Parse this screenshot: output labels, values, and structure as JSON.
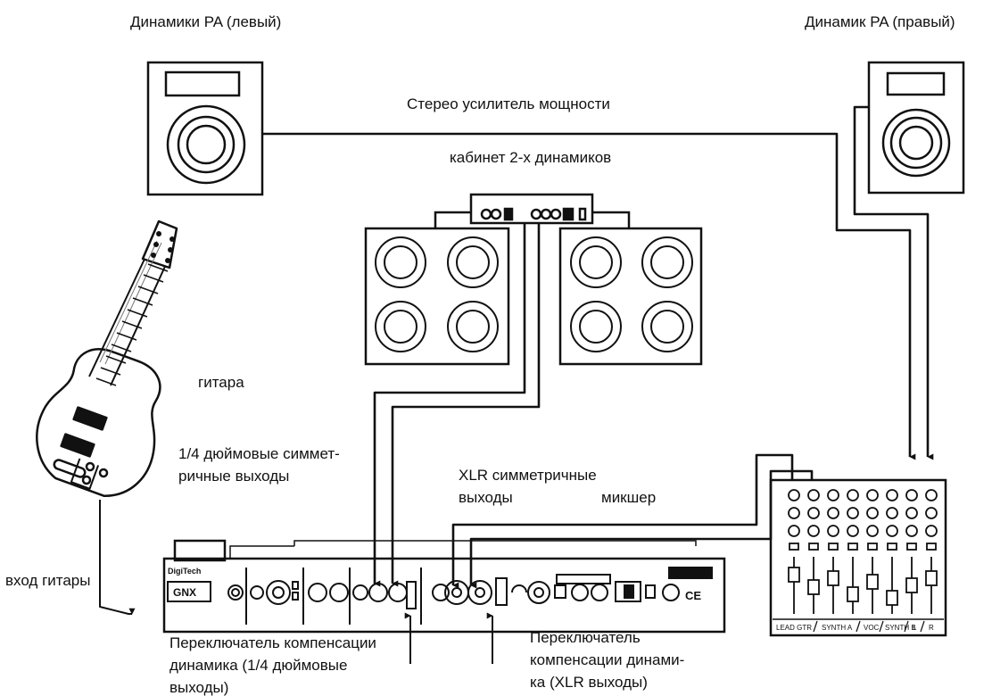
{
  "labels": {
    "speaker_left": "Динамики PA (левый)",
    "speaker_right": "Динамик PA (правый)",
    "power_amp": "Стерео усилитель мощности",
    "cabinet": "кабинет 2-х динамиков",
    "guitar": "гитара",
    "quarter_outputs": [
      "1/4 дюймовые симмет-",
      "ричные выходы"
    ],
    "xlr_outputs": [
      "XLR  симметричные",
      "выходы"
    ],
    "mixer": "микшер",
    "guitar_input": "вход гитары",
    "comp_switch_quarter": [
      "Переключатель компенсации",
      "динамика (1/4 дюймовые",
      "выходы)"
    ],
    "comp_switch_xlr": [
      "Переключатель",
      "компенсации динами-",
      "ка (XLR выходы)"
    ]
  },
  "device": {
    "brand": "DigiTech",
    "model": "GNX",
    "ce_mark": "CE"
  },
  "mixer_channels": [
    "LEAD GTR",
    "SYNTH A",
    "VOC",
    "SYNTH B",
    "L",
    "R"
  ],
  "icons": {
    "speaker": "pa-speaker-icon",
    "cabinet": "speaker-cabinet-icon",
    "guitar": "electric-guitar-icon",
    "mixer": "mixer-icon",
    "processor": "guitar-processor-icon"
  }
}
